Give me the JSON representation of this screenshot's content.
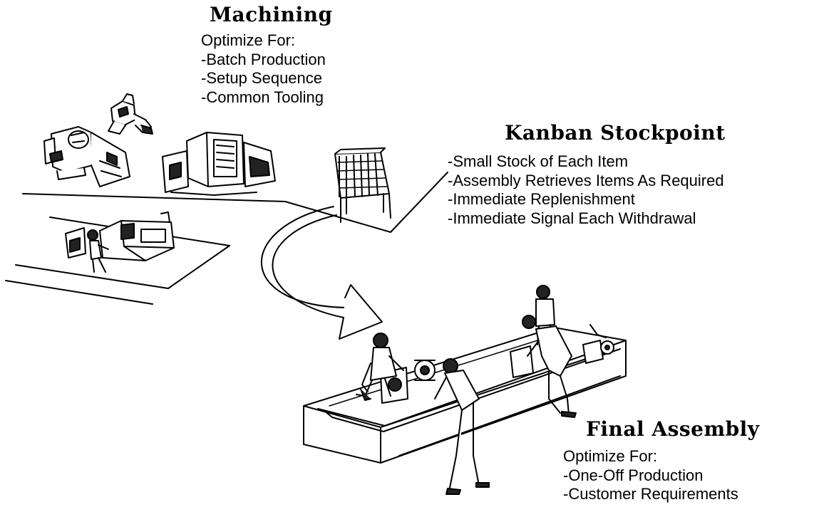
{
  "machining": {
    "title": "Machining",
    "lines": [
      "Optimize For:",
      "-Batch Production",
      "-Setup Sequence",
      "-Common Tooling"
    ]
  },
  "kanban": {
    "title": "Kanban Stockpoint",
    "lines": [
      "-Small Stock of Each Item",
      "-Assembly Retrieves Items As Required",
      "-Immediate Replenishment",
      "-Immediate Signal Each Withdrawal"
    ]
  },
  "assembly": {
    "title": "Final Assembly",
    "lines": [
      "Optimize For:",
      "-One-Off Production",
      "-Customer Requirements"
    ]
  },
  "icons": {
    "machining_area": "factory-machines-illustration",
    "kanban_rack": "parts-rack-illustration",
    "flow_arrow": "curved-arrow-icon",
    "assembly_line": "assembly-workers-illustration"
  }
}
